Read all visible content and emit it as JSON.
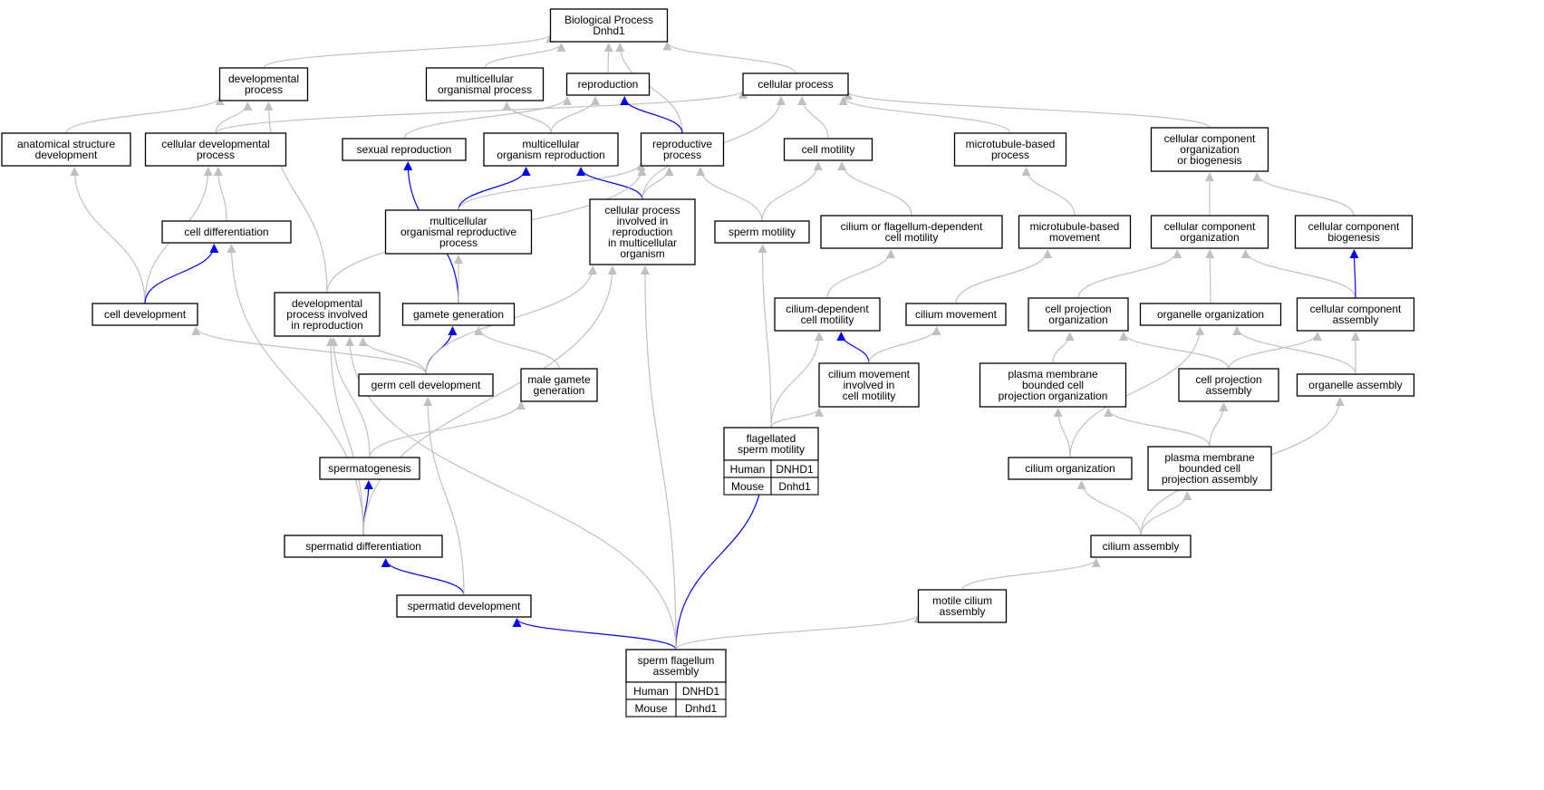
{
  "diagram_title": "",
  "colors": {
    "edge_default": "#c0c0c0",
    "edge_highlight": "#0000ff",
    "human_fill": "#f4583a",
    "mouse_fill": "#add8e6",
    "node_border": "#000000",
    "background": "#ffffff"
  },
  "nodes": [
    {
      "id": "bp",
      "lines": [
        "Biological Process",
        "Dnhd1"
      ]
    },
    {
      "id": "dev",
      "lines": [
        "developmental",
        "process"
      ]
    },
    {
      "id": "mop",
      "lines": [
        "multicellular",
        "organismal process"
      ]
    },
    {
      "id": "repro",
      "lines": [
        "reproduction"
      ]
    },
    {
      "id": "cellp",
      "lines": [
        "cellular process"
      ]
    },
    {
      "id": "asd",
      "lines": [
        "anatomical structure",
        "development"
      ]
    },
    {
      "id": "cdp",
      "lines": [
        "cellular developmental",
        "process"
      ]
    },
    {
      "id": "sexr",
      "lines": [
        "sexual reproduction"
      ]
    },
    {
      "id": "mor",
      "lines": [
        "multicellular",
        "organism reproduction"
      ]
    },
    {
      "id": "rp",
      "lines": [
        "reproductive",
        "process"
      ]
    },
    {
      "id": "cm",
      "lines": [
        "cell motility"
      ]
    },
    {
      "id": "mtbp",
      "lines": [
        "microtubule-based",
        "process"
      ]
    },
    {
      "id": "ccob",
      "lines": [
        "cellular component",
        "organization",
        "or biogenesis"
      ]
    },
    {
      "id": "cdiff",
      "lines": [
        "cell differentiation"
      ]
    },
    {
      "id": "morp",
      "lines": [
        "multicellular",
        "organismal reproductive",
        "process"
      ]
    },
    {
      "id": "cpir",
      "lines": [
        "cellular process",
        "involved in",
        "reproduction",
        "in multicellular",
        "organism"
      ]
    },
    {
      "id": "spm",
      "lines": [
        "sperm motility"
      ]
    },
    {
      "id": "cfdcm",
      "lines": [
        "cilium or flagellum-dependent",
        "cell motility"
      ]
    },
    {
      "id": "mtbm",
      "lines": [
        "microtubule-based",
        "movement"
      ]
    },
    {
      "id": "cco",
      "lines": [
        "cellular component",
        "organization"
      ]
    },
    {
      "id": "ccb",
      "lines": [
        "cellular component",
        "biogenesis"
      ]
    },
    {
      "id": "cdev",
      "lines": [
        "cell development"
      ]
    },
    {
      "id": "dpir",
      "lines": [
        "developmental",
        "process involved",
        "in reproduction"
      ]
    },
    {
      "id": "gg",
      "lines": [
        "gamete generation"
      ]
    },
    {
      "id": "cdcm",
      "lines": [
        "cilium-dependent",
        "cell motility"
      ]
    },
    {
      "id": "cmov",
      "lines": [
        "cilium movement"
      ]
    },
    {
      "id": "cpo",
      "lines": [
        "cell projection",
        "organization"
      ]
    },
    {
      "id": "oo",
      "lines": [
        "organelle organization"
      ]
    },
    {
      "id": "cca",
      "lines": [
        "cellular component",
        "assembly"
      ]
    },
    {
      "id": "gcd",
      "lines": [
        "germ cell development"
      ]
    },
    {
      "id": "mgg",
      "lines": [
        "male gamete",
        "generation"
      ]
    },
    {
      "id": "cmicm",
      "lines": [
        "cilium movement",
        "involved in",
        "cell motility"
      ]
    },
    {
      "id": "pmbcpo",
      "lines": [
        "plasma membrane",
        "bounded cell",
        "projection organization"
      ]
    },
    {
      "id": "cpa",
      "lines": [
        "cell projection",
        "assembly"
      ]
    },
    {
      "id": "oa",
      "lines": [
        "organelle assembly"
      ]
    },
    {
      "id": "fsm",
      "lines": [
        "flagellated",
        "sperm motility"
      ],
      "genes": [
        [
          "Human",
          "DNHD1"
        ],
        [
          "Mouse",
          "Dnhd1"
        ]
      ]
    },
    {
      "id": "sg",
      "lines": [
        "spermatogenesis"
      ]
    },
    {
      "id": "co",
      "lines": [
        "cilium organization"
      ]
    },
    {
      "id": "pmbcpa",
      "lines": [
        "plasma membrane",
        "bounded cell",
        "projection assembly"
      ]
    },
    {
      "id": "sd",
      "lines": [
        "spermatid differentiation"
      ]
    },
    {
      "id": "ca",
      "lines": [
        "cilium assembly"
      ]
    },
    {
      "id": "sdev",
      "lines": [
        "spermatid development"
      ]
    },
    {
      "id": "mca",
      "lines": [
        "motile cilium",
        "assembly"
      ]
    },
    {
      "id": "sfa",
      "lines": [
        "sperm flagellum",
        "assembly"
      ],
      "genes": [
        [
          "Human",
          "DNHD1"
        ],
        [
          "Mouse",
          "Dnhd1"
        ]
      ]
    }
  ],
  "edges": [
    {
      "from": "dev",
      "to": "bp",
      "kind": "is_a"
    },
    {
      "from": "mop",
      "to": "bp",
      "kind": "is_a"
    },
    {
      "from": "repro",
      "to": "bp",
      "kind": "is_a"
    },
    {
      "from": "rp",
      "to": "bp",
      "kind": "is_a"
    },
    {
      "from": "cellp",
      "to": "bp",
      "kind": "is_a"
    },
    {
      "from": "asd",
      "to": "dev",
      "kind": "is_a"
    },
    {
      "from": "cdp",
      "to": "dev",
      "kind": "is_a"
    },
    {
      "from": "dpir",
      "to": "dev",
      "kind": "is_a"
    },
    {
      "from": "cdp",
      "to": "cellp",
      "kind": "is_a"
    },
    {
      "from": "sexr",
      "to": "repro",
      "kind": "is_a"
    },
    {
      "from": "mor",
      "to": "repro",
      "kind": "is_a"
    },
    {
      "from": "mor",
      "to": "mop",
      "kind": "is_a"
    },
    {
      "from": "rp",
      "to": "repro",
      "kind": "highlight"
    },
    {
      "from": "cm",
      "to": "cellp",
      "kind": "is_a"
    },
    {
      "from": "mtbp",
      "to": "cellp",
      "kind": "is_a"
    },
    {
      "from": "ccob",
      "to": "cellp",
      "kind": "is_a"
    },
    {
      "from": "cpir",
      "to": "cellp",
      "kind": "is_a"
    },
    {
      "from": "cdiff",
      "to": "cdp",
      "kind": "is_a"
    },
    {
      "from": "cdev",
      "to": "cdp",
      "kind": "is_a"
    },
    {
      "from": "cdev",
      "to": "asd",
      "kind": "is_a"
    },
    {
      "from": "cdev",
      "to": "cdiff",
      "kind": "highlight"
    },
    {
      "from": "morp",
      "to": "mor",
      "kind": "highlight"
    },
    {
      "from": "morp",
      "to": "rp",
      "kind": "is_a"
    },
    {
      "from": "cpir",
      "to": "mor",
      "kind": "highlight"
    },
    {
      "from": "cpir",
      "to": "rp",
      "kind": "is_a"
    },
    {
      "from": "spm",
      "to": "rp",
      "kind": "is_a"
    },
    {
      "from": "dpir",
      "to": "rp",
      "kind": "is_a"
    },
    {
      "from": "spm",
      "to": "cm",
      "kind": "is_a"
    },
    {
      "from": "cfdcm",
      "to": "cm",
      "kind": "is_a"
    },
    {
      "from": "mtbm",
      "to": "mtbp",
      "kind": "is_a"
    },
    {
      "from": "cco",
      "to": "ccob",
      "kind": "is_a"
    },
    {
      "from": "ccb",
      "to": "ccob",
      "kind": "is_a"
    },
    {
      "from": "gg",
      "to": "sexr",
      "kind": "highlight"
    },
    {
      "from": "gg",
      "to": "morp",
      "kind": "is_a"
    },
    {
      "from": "gcd",
      "to": "gg",
      "kind": "highlight"
    },
    {
      "from": "mgg",
      "to": "gg",
      "kind": "is_a"
    },
    {
      "from": "gcd",
      "to": "cdev",
      "kind": "is_a"
    },
    {
      "from": "gcd",
      "to": "dpir",
      "kind": "is_a"
    },
    {
      "from": "gcd",
      "to": "cpir",
      "kind": "is_a"
    },
    {
      "from": "cdcm",
      "to": "cfdcm",
      "kind": "is_a"
    },
    {
      "from": "cmov",
      "to": "mtbm",
      "kind": "is_a"
    },
    {
      "from": "cmicm",
      "to": "cdcm",
      "kind": "highlight"
    },
    {
      "from": "cmicm",
      "to": "cmov",
      "kind": "is_a"
    },
    {
      "from": "cpo",
      "to": "cco",
      "kind": "is_a"
    },
    {
      "from": "oo",
      "to": "cco",
      "kind": "is_a"
    },
    {
      "from": "cca",
      "to": "cco",
      "kind": "is_a"
    },
    {
      "from": "cca",
      "to": "ccb",
      "kind": "highlight"
    },
    {
      "from": "pmbcpo",
      "to": "cpo",
      "kind": "is_a"
    },
    {
      "from": "cpa",
      "to": "cpo",
      "kind": "is_a"
    },
    {
      "from": "cpa",
      "to": "cca",
      "kind": "is_a"
    },
    {
      "from": "oa",
      "to": "cca",
      "kind": "is_a"
    },
    {
      "from": "oa",
      "to": "oo",
      "kind": "is_a"
    },
    {
      "from": "co",
      "to": "oo",
      "kind": "is_a"
    },
    {
      "from": "co",
      "to": "pmbcpo",
      "kind": "is_a"
    },
    {
      "from": "pmbcpa",
      "to": "pmbcpo",
      "kind": "is_a"
    },
    {
      "from": "pmbcpa",
      "to": "cpa",
      "kind": "is_a"
    },
    {
      "from": "ca",
      "to": "co",
      "kind": "is_a"
    },
    {
      "from": "ca",
      "to": "pmbcpa",
      "kind": "is_a"
    },
    {
      "from": "ca",
      "to": "oa",
      "kind": "is_a"
    },
    {
      "from": "mca",
      "to": "ca",
      "kind": "is_a"
    },
    {
      "from": "fsm",
      "to": "spm",
      "kind": "is_a"
    },
    {
      "from": "fsm",
      "to": "cdcm",
      "kind": "is_a"
    },
    {
      "from": "fsm",
      "to": "cmicm",
      "kind": "is_a"
    },
    {
      "from": "sg",
      "to": "mgg",
      "kind": "is_a"
    },
    {
      "from": "sg",
      "to": "dpir",
      "kind": "is_a"
    },
    {
      "from": "sd",
      "to": "sg",
      "kind": "highlight"
    },
    {
      "from": "sd",
      "to": "cdiff",
      "kind": "is_a"
    },
    {
      "from": "sd",
      "to": "dpir",
      "kind": "is_a"
    },
    {
      "from": "sd",
      "to": "cpir",
      "kind": "is_a"
    },
    {
      "from": "sdev",
      "to": "sd",
      "kind": "highlight"
    },
    {
      "from": "sdev",
      "to": "gcd",
      "kind": "is_a"
    },
    {
      "from": "sfa",
      "to": "sdev",
      "kind": "highlight"
    },
    {
      "from": "sfa",
      "to": "fsm",
      "kind": "highlight"
    },
    {
      "from": "sfa",
      "to": "mca",
      "kind": "is_a"
    },
    {
      "from": "sfa",
      "to": "cpir",
      "kind": "is_a"
    },
    {
      "from": "sfa",
      "to": "dpir",
      "kind": "is_a"
    }
  ]
}
